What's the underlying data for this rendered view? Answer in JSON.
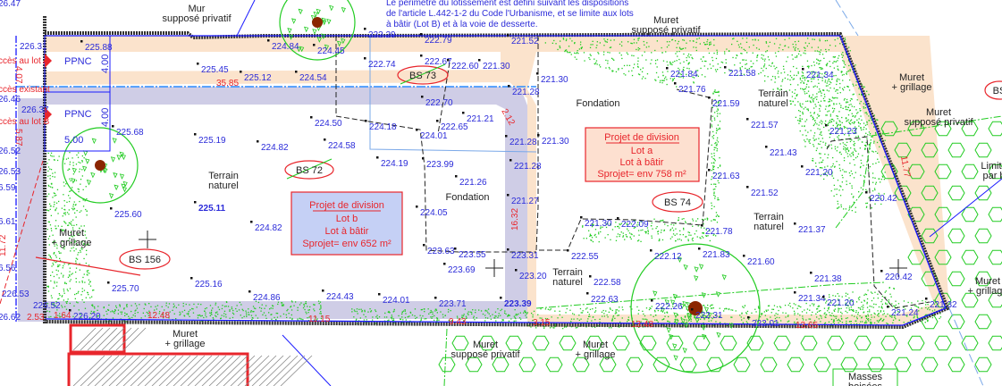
{
  "note": [
    "Le périmètre du lotissement est défini suivant les dispositions",
    "de l'article L.442-1-2 du Code l'Urbanisme, et se limite aux lots",
    "à bâtir (Lot B) et à la voie de desserte."
  ],
  "labels": [
    [
      "Mur",
      "supposé privatif"
    ],
    [
      "Muret",
      "supposé privatif"
    ],
    [
      "Muret",
      "+ grillage"
    ],
    [
      "Muret",
      "supposé privatif"
    ],
    [
      "Muret",
      "+ grillage"
    ],
    [
      "Muret",
      "+ grillage"
    ],
    [
      "Muret",
      "supposé privatif"
    ],
    [
      "Muret",
      "+ grillage"
    ],
    [
      "Muret",
      "+ grillage"
    ],
    [
      "Terrain",
      "naturel"
    ],
    [
      "Terrain",
      "naturel"
    ],
    [
      "Terrain",
      "naturel"
    ],
    [
      "Terrain",
      "naturel"
    ],
    [
      "Fondation"
    ],
    [
      "Fondation"
    ],
    [
      "Masses",
      "boisées"
    ],
    [
      "Limite",
      "par b"
    ]
  ],
  "lots": [
    {
      "title": "Projet de division",
      "lot": "Lot b",
      "type": "Lot à bâtir",
      "area": "Sprojet= env 652 m²"
    },
    {
      "title": "Projet de division",
      "lot": "Lot a",
      "type": "Lot à bâtir",
      "area": "Sprojet= env 758 m²"
    }
  ],
  "parcels": [
    "BS 73",
    "BS 72",
    "BS 74",
    "BS 156",
    "BS"
  ],
  "ppnc": {
    "labels": [
      "PPNC",
      "PPNC"
    ],
    "dims": [
      "4.00",
      "4.00",
      "5.00"
    ]
  },
  "left_margin": [
    "26.47",
    "ccès au lot A",
    "4.07",
    "ccès existant",
    "26.46",
    "ccès au lot B",
    "5.87",
    "26.52",
    "26.53",
    "6.59",
    "6.61",
    "11.72",
    "6.56",
    "226.53",
    "226.52",
    "26.62",
    "2.53",
    "226.31",
    "226.37"
  ],
  "spot_heights": [
    "225.88",
    "224.84",
    "224.45",
    "222.29",
    "222.79",
    "222.67",
    "222.60",
    "221.30",
    "222.74",
    "225.45",
    "225.12",
    "224.54",
    "222.70",
    "221.21",
    "222.65",
    "224.50",
    "224.18",
    "224.01",
    "225.68",
    "225.19",
    "224.82",
    "224.58",
    "224.19",
    "223.99",
    "221.26",
    "225.60",
    "225.11",
    "224.82",
    "224.05",
    "223.63",
    "223.55",
    "223.69",
    "225.70",
    "225.16",
    "224.86",
    "224.43",
    "224.01",
    "223.71",
    "226.20",
    "221.52",
    "221.30",
    "221.84",
    "221.58",
    "221.34",
    "221.76",
    "221.59",
    "221.28",
    "221.28",
    "221.30",
    "221.28",
    "221.27",
    "221.57",
    "221.23",
    "221.43",
    "221.20",
    "221.63",
    "221.52",
    "220.42",
    "221.30",
    "222.09",
    "221.78",
    "221.37",
    "223.31",
    "222.55",
    "222.12",
    "221.83",
    "221.60",
    "220.42",
    "223.20",
    "222.58",
    "222.63",
    "221.38",
    "221.34",
    "221.20",
    "221.24",
    "221.32",
    "222.26",
    "222.31",
    "222.01",
    "223.39"
  ],
  "dimensions": [
    "35.85",
    "1.64",
    "12.48",
    "11.15",
    "9.43",
    "3.15",
    "13.48",
    "13.65",
    "16.32",
    "2.12",
    "11.77"
  ],
  "colors": {
    "boundary": "#222222",
    "blue_line": "#1a1aff",
    "peach": "#fbe3cc",
    "lilac": "#cfcde6",
    "vegetation": "#22cc22",
    "tree_trunk": "#8b2500",
    "dimension": "#e8262c",
    "height": "#2b2bd9"
  }
}
